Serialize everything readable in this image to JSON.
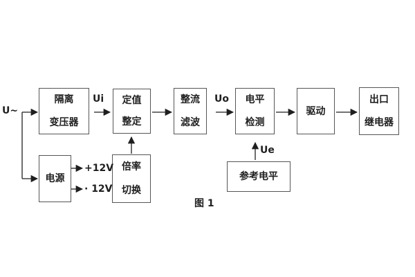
{
  "diagram": {
    "caption": "图 1",
    "input_label": "U~",
    "blocks": [
      {
        "name": "isolation-transformer",
        "lines": [
          "隔离",
          "变压器"
        ]
      },
      {
        "name": "setpoint-setting",
        "lines": [
          "定值",
          "整定"
        ]
      },
      {
        "name": "rectifier-filter",
        "lines": [
          "整流",
          "滤波"
        ]
      },
      {
        "name": "level-detection",
        "lines": [
          "电平",
          "检测"
        ]
      },
      {
        "name": "driver",
        "lines": [
          "驱动"
        ]
      },
      {
        "name": "output-relay",
        "lines": [
          "出口",
          "继电器"
        ]
      },
      {
        "name": "power-supply",
        "lines": [
          "电源"
        ]
      },
      {
        "name": "ratio-switch",
        "lines": [
          "倍率",
          "切换"
        ]
      },
      {
        "name": "reference-level",
        "lines": [
          "参考电平"
        ]
      }
    ],
    "signal_labels": {
      "ui": "Ui",
      "uo": "Uo",
      "ue": "Ue",
      "plus_12v": "+12V",
      "minus_12v": "· 12V"
    },
    "colors": {
      "line": "#1f1f1f",
      "border": "#555555",
      "text": "#1f1f1f",
      "background": "#ffffff"
    }
  }
}
